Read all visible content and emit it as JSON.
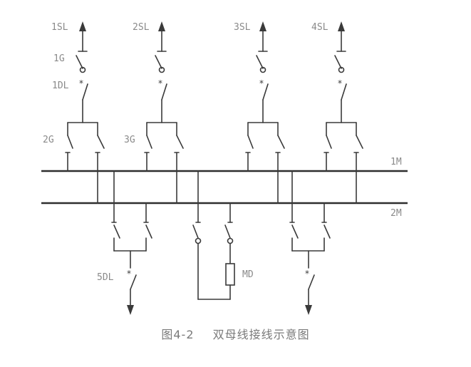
{
  "labels": {
    "feeder1": "1SL",
    "feeder2": "2SL",
    "feeder3": "3SL",
    "feeder4": "4SL",
    "isolator_1g": "1G",
    "breaker_1dl": "1DL",
    "isolator_2g": "2G",
    "isolator_3g": "3G",
    "bus_1m": "1M",
    "bus_2m": "2M",
    "breaker_5dl": "5DL",
    "device_md": "MD"
  },
  "breaker_mark": "*",
  "caption": {
    "figure_number": "图4-2",
    "title": "双母线接线示意图"
  }
}
